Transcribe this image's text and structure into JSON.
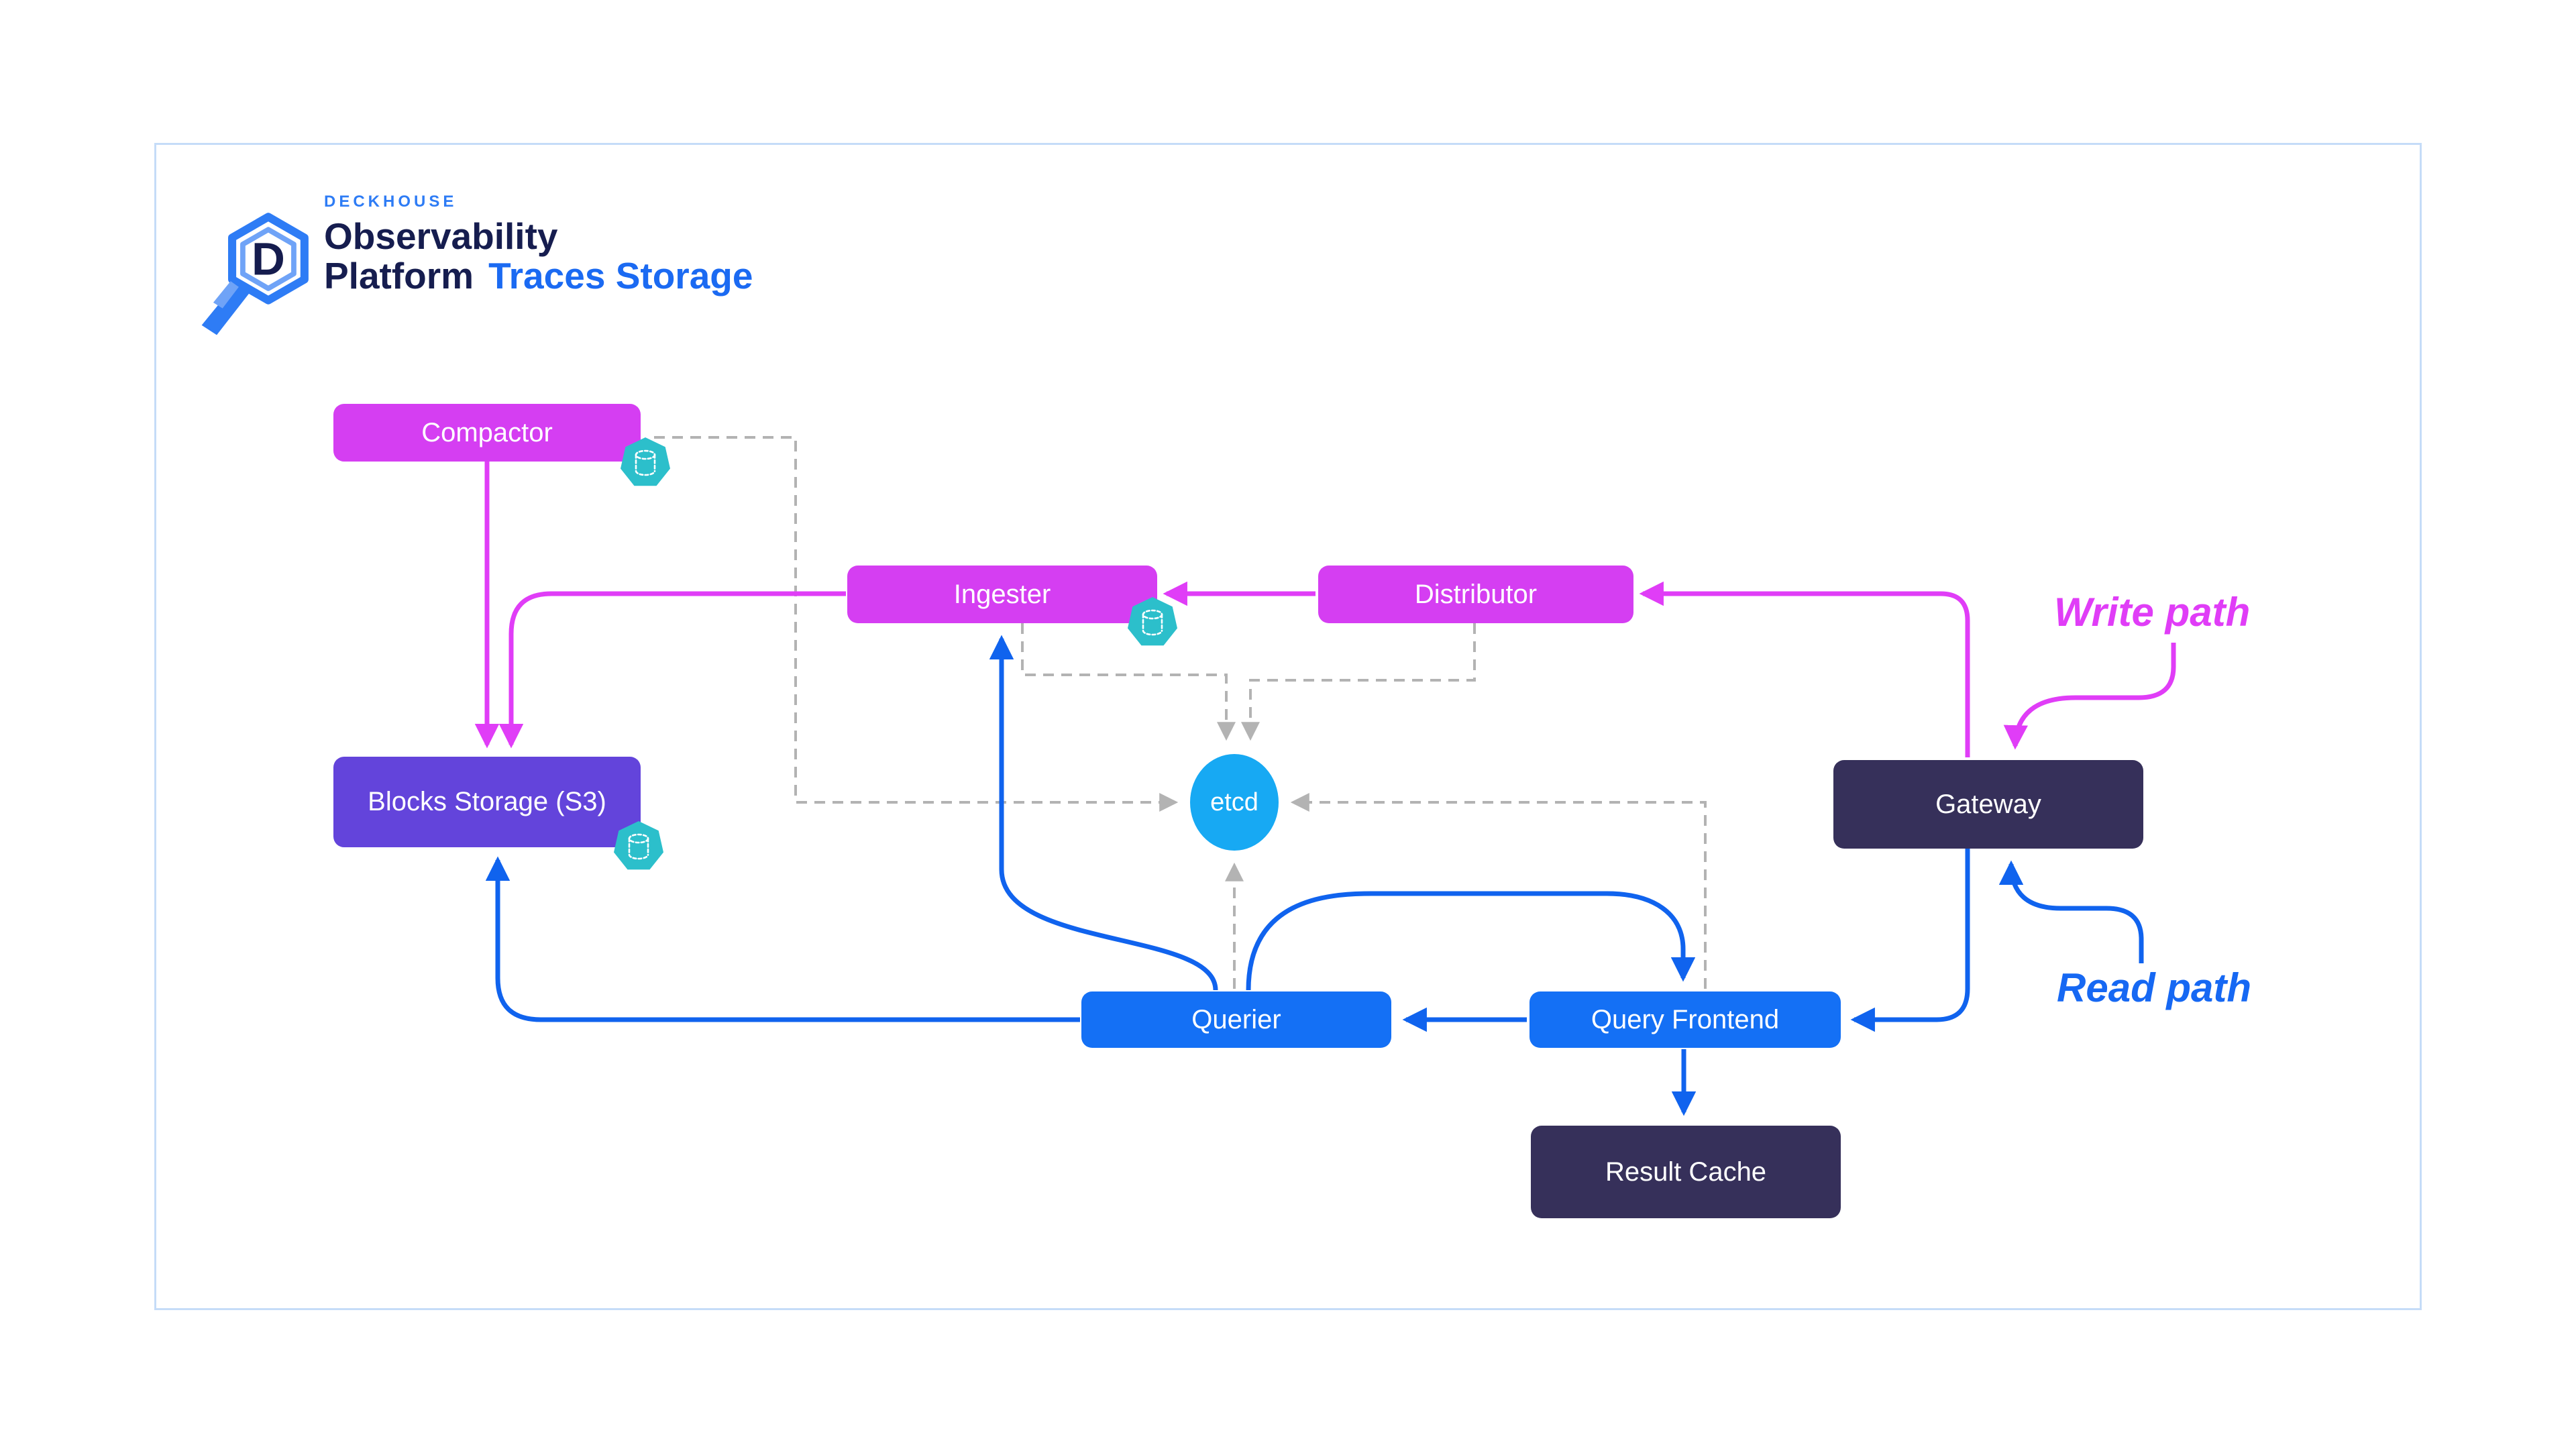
{
  "logo": {
    "brand": "DECKHOUSE",
    "title_line1": "Observability",
    "title_line2": "Platform",
    "subtitle": "Traces Storage"
  },
  "legend": {
    "write_path": {
      "label": "Write path",
      "color": "#e03df7"
    },
    "read_path": {
      "label": "Read path",
      "color": "#1668f3"
    }
  },
  "diagram": {
    "nodes": {
      "compactor": {
        "label": "Compactor",
        "fill": "#d53ef2",
        "badge": "database-icon"
      },
      "ingester": {
        "label": "Ingester",
        "fill": "#d53ef2",
        "badge": "database-icon"
      },
      "distributor": {
        "label": "Distributor",
        "fill": "#d53ef2"
      },
      "blocks_storage": {
        "label": "Blocks Storage (S3)",
        "fill": "#6344db",
        "badge": "database-icon"
      },
      "etcd": {
        "label": "etcd",
        "fill": "#17a9f3"
      },
      "gateway": {
        "label": "Gateway",
        "fill": "#36305a"
      },
      "querier": {
        "label": "Querier",
        "fill": "#1470f5"
      },
      "query_frontend": {
        "label": "Query Frontend",
        "fill": "#1470f5"
      },
      "result_cache": {
        "label": "Result Cache",
        "fill": "#36305a"
      }
    },
    "edges": [
      {
        "from": "write_path_label",
        "to": "gateway",
        "type": "write"
      },
      {
        "from": "gateway",
        "to": "distributor",
        "type": "write"
      },
      {
        "from": "distributor",
        "to": "ingester",
        "type": "write"
      },
      {
        "from": "ingester",
        "to": "blocks_storage",
        "type": "write"
      },
      {
        "from": "compactor",
        "to": "blocks_storage",
        "type": "write"
      },
      {
        "from": "read_path_label",
        "to": "gateway",
        "type": "read"
      },
      {
        "from": "gateway",
        "to": "query_frontend",
        "type": "read"
      },
      {
        "from": "query_frontend",
        "to": "querier",
        "type": "read"
      },
      {
        "from": "querier",
        "to": "query_frontend",
        "type": "read"
      },
      {
        "from": "querier",
        "to": "ingester",
        "type": "read"
      },
      {
        "from": "querier",
        "to": "blocks_storage",
        "type": "read"
      },
      {
        "from": "query_frontend",
        "to": "result_cache",
        "type": "read"
      },
      {
        "from": "compactor",
        "to": "etcd",
        "type": "metadata"
      },
      {
        "from": "ingester",
        "to": "etcd",
        "type": "metadata"
      },
      {
        "from": "distributor",
        "to": "etcd",
        "type": "metadata"
      },
      {
        "from": "querier",
        "to": "etcd",
        "type": "metadata"
      },
      {
        "from": "query_frontend",
        "to": "etcd",
        "type": "metadata"
      }
    ]
  },
  "colors": {
    "write_arrow": "#e03df7",
    "read_arrow": "#1063ee",
    "metadata_dashed": "#b3b3b3",
    "frame_border": "#c5dcf8",
    "badge_fill": "#2cbfcb",
    "logo_navy": "#161d4f",
    "logo_blue": "#2e7cf5"
  },
  "icons": {
    "logo": "hexagon-magnifier-logo",
    "badge": "database-icon"
  }
}
